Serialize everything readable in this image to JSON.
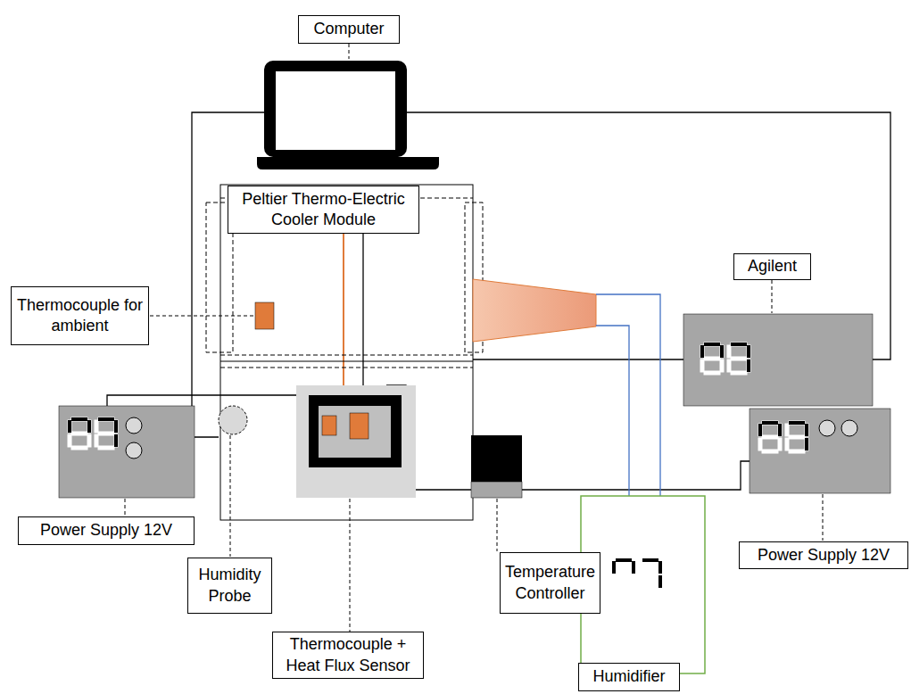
{
  "diagram": {
    "nodes": [
      {
        "text": [
          "Computer"
        ]
      },
      {
        "text": [
          "Peltier Thermo-Electric Cooler Module"
        ]
      },
      {
        "text": [
          "Thermocouple for ambient"
        ]
      },
      {
        "text": [
          "Agilent"
        ]
      },
      {
        "text": [
          "Power Supply 12V"
        ]
      },
      {
        "text": [
          "Humidity Probe"
        ]
      },
      {
        "text": [
          "Temperature Controller"
        ]
      },
      {
        "text": [
          "Power Supply 12V"
        ]
      },
      {
        "text": [
          "Thermocouple + Heat Flux Sensor"
        ]
      },
      {
        "text": [
          "Humidifier"
        ]
      }
    ]
  }
}
